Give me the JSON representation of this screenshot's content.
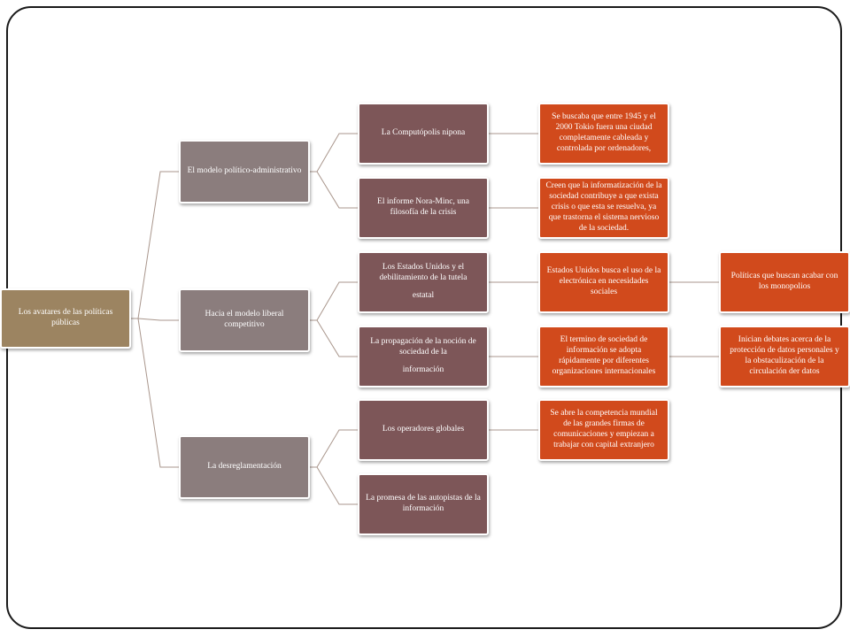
{
  "colors": {
    "root": "#9c8461",
    "level2": "#8b7d7d",
    "level3": "#7d5658",
    "level4": "#d14a1c",
    "connector": "#a9968c"
  },
  "root": {
    "label": "Los avatares de las políticas públicas"
  },
  "branches": [
    {
      "label": "El modelo político-administrativo",
      "children": [
        {
          "label": "La Computópolis nipona",
          "detail": "Se buscaba que entre 1945 y el 2000 Tokio fuera una ciudad completamente cableada y controlada por ordenadores,"
        },
        {
          "label": "El informe Nora-Minc, una filosofía de la crisis",
          "detail": "Creen que la informatización de la sociedad contribuye a que exista crisis o que esta se resuelva, ya que trastorna el sistema nervioso de la sociedad."
        }
      ]
    },
    {
      "label": "Hacia el modelo liberal competitivo",
      "children": [
        {
          "label_line1": "Los Estados Unidos y el debilitamiento de la tutela",
          "label_line2": "estatal",
          "detail": "Estados Unidos busca el uso de la electrónica en necesidades sociales",
          "sub_detail": "Políticas que buscan acabar con los monopolios"
        },
        {
          "label_line1": "La propagación de la noción de sociedad de la",
          "label_line2": "información",
          "detail": "El termino de sociedad de información se adopta rápidamente por diferentes organizaciones internacionales",
          "sub_detail": "Inician debates acerca de la protección de datos personales y la obstaculización de la circulación der datos"
        }
      ]
    },
    {
      "label": "La desreglamentación",
      "children": [
        {
          "label": "Los operadores globales",
          "detail": "Se abre la competencia mundial de las grandes firmas de comunicaciones y empiezan a trabajar con capital extranjero"
        },
        {
          "label": "La promesa de las autopistas de la información"
        }
      ]
    }
  ]
}
